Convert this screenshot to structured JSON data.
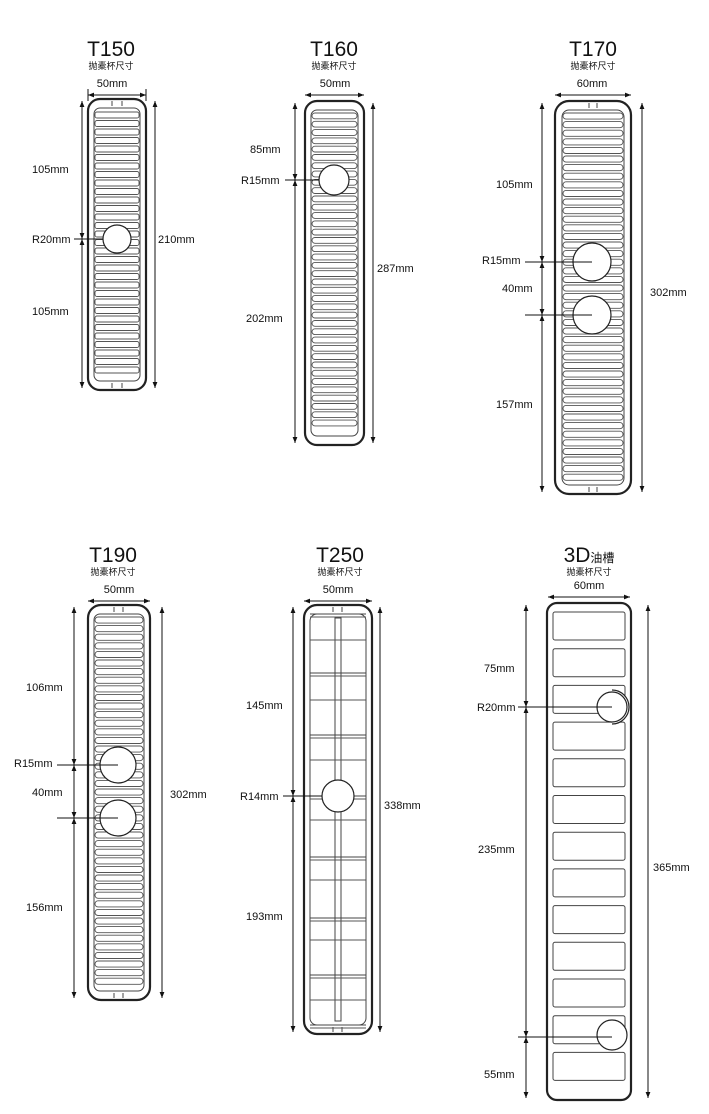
{
  "diagrams": [
    {
      "title": "T150",
      "subtitle": "抛橐杯尺寸",
      "width_label": "50mm",
      "height_label": "210mm",
      "segments": [
        "105mm",
        "105mm"
      ],
      "holes": [
        "R20mm"
      ]
    },
    {
      "title": "T160",
      "subtitle": "抛橐杯尺寸",
      "width_label": "50mm",
      "height_label": "287mm",
      "segments": [
        "85mm",
        "202mm"
      ],
      "holes": [
        "R15mm"
      ]
    },
    {
      "title": "T170",
      "subtitle": "抛橐杯尺寸",
      "width_label": "60mm",
      "height_label": "302mm",
      "segments": [
        "105mm",
        "40mm",
        "157mm"
      ],
      "holes": [
        "R15mm"
      ]
    },
    {
      "title": "T190",
      "subtitle": "抛橐杯尺寸",
      "width_label": "50mm",
      "height_label": "302mm",
      "segments": [
        "106mm",
        "40mm",
        "156mm"
      ],
      "holes": [
        "R15mm"
      ]
    },
    {
      "title": "T250",
      "subtitle": "抛橐杯尺寸",
      "width_label": "50mm",
      "height_label": "338mm",
      "segments": [
        "145mm",
        "193mm"
      ],
      "holes": [
        "R14mm"
      ]
    },
    {
      "title": "3D",
      "title_suffix": "油槽",
      "subtitle": "抛橐杯尺寸",
      "width_label": "60mm",
      "height_label": "365mm",
      "segments": [
        "75mm",
        "235mm",
        "55mm"
      ],
      "holes": [
        "R20mm"
      ]
    }
  ]
}
